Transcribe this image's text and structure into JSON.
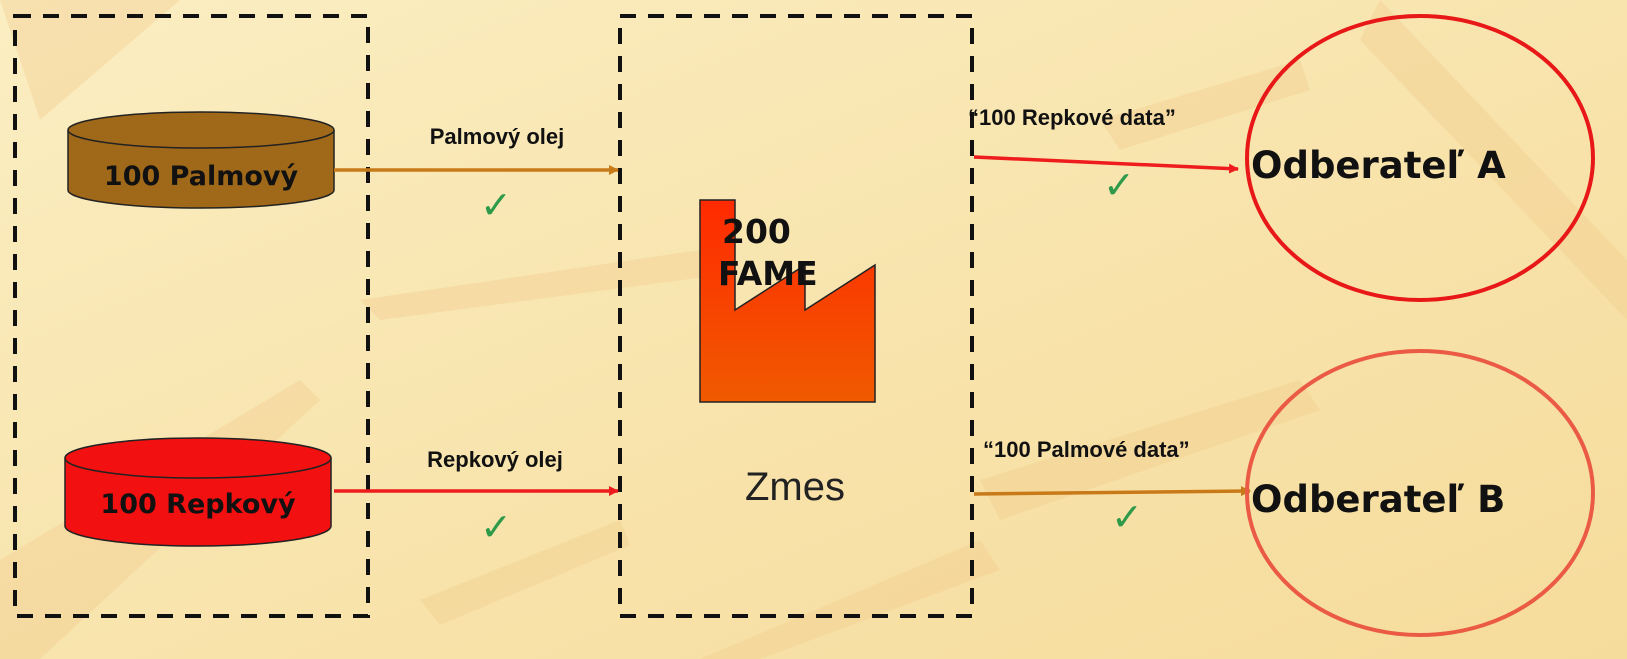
{
  "colors": {
    "background": "#f8e7b3",
    "palm": "#a0691a",
    "rapeseed": "#f21010",
    "palm_arrow": "#c87a18",
    "rapeseed_arrow": "#ee1c1c",
    "check": "#2e9a4a",
    "factory_top": "#ff2a00",
    "factory_bottom": "#f05a00",
    "circle_a": "#e81818",
    "circle_b": "#ea5a44"
  },
  "icons": {
    "palm_tank": "cylinder-tank-icon",
    "rapeseed_tank": "cylinder-tank-icon",
    "factory": "factory-icon",
    "check": "checkmark-icon"
  },
  "sources": {
    "palm_tank_label": "100 Palmový",
    "rapeseed_tank_label": "100 Repkový"
  },
  "inputs": {
    "palm_label": "Palmový olej",
    "rapeseed_label": "Repkový olej",
    "check_symbol": "✓"
  },
  "plant": {
    "factory_line1": "200",
    "factory_line2": "FAME",
    "mix_label": "Zmes"
  },
  "outputs": {
    "to_a_label": "“100 Repkové data”",
    "to_b_label": "“100 Palmové data”",
    "customer_a": "Odberateľ A",
    "customer_b": "Odberateľ B",
    "check_symbol": "✓"
  }
}
